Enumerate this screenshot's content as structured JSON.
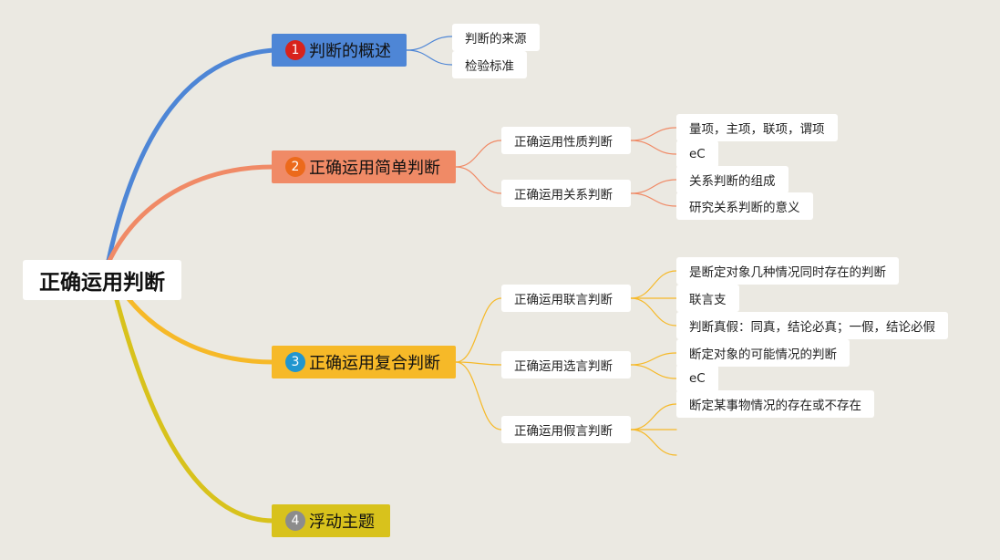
{
  "root": {
    "label": "正确运用判断"
  },
  "topics": [
    {
      "number": "1",
      "label": "判断的概述",
      "color": "#4e86d6",
      "badge_color": "#d8231c",
      "leaves": [
        "判断的来源",
        "检验标准"
      ]
    },
    {
      "number": "2",
      "label": "正确运用简单判断",
      "color": "#f08a66",
      "badge_color": "#ec6a1b",
      "subtopics": [
        {
          "label": "正确运用性质判断",
          "leaves": [
            "量项，主项，联项，谓项",
            "eC"
          ]
        },
        {
          "label": "正确运用关系判断",
          "leaves": [
            "关系判断的组成",
            "研究关系判断的意义"
          ]
        }
      ]
    },
    {
      "number": "3",
      "label": "正确运用复合判断",
      "color": "#f6b928",
      "badge_color": "#2196cf",
      "subtopics": [
        {
          "label": "正确运用联言判断",
          "leaves": [
            "是断定对象几种情况同时存在的判断",
            "联言支",
            "判断真假：同真，结论必真；一假，结论必假"
          ]
        },
        {
          "label": "正确运用选言判断",
          "leaves": [
            "断定对象的可能情况的判断",
            "eC"
          ]
        },
        {
          "label": "正确运用假言判断",
          "leaves": [
            "断定某事物情况的存在或不存在",
            "",
            ""
          ]
        }
      ]
    },
    {
      "number": "4",
      "label": "浮动主题",
      "color": "#d8c21c",
      "badge_color": "#8c8c8c"
    }
  ]
}
